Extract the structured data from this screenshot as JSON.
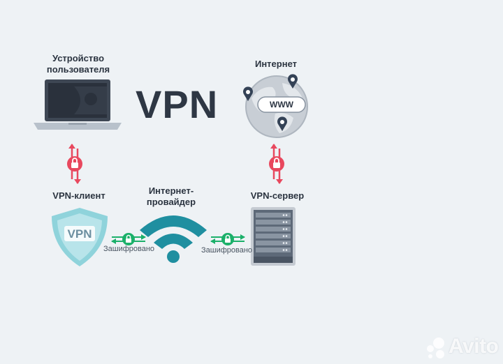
{
  "title": "VPN",
  "nodes": {
    "user_device": "Устройство\nпользователя",
    "internet": "Интернет",
    "vpn_client": "VPN-клиент",
    "isp": "Интернет-\nпровайдер",
    "vpn_server": "VPN-сервер"
  },
  "shield_text": "VPN",
  "globe_text": "WWW",
  "encrypted_left": "Зашифровано",
  "encrypted_right": "Зашифровано",
  "watermark": "Avito",
  "colors": {
    "accent_red": "#e8485e",
    "accent_green": "#1bb06a",
    "teal": "#1f8fa0",
    "dark": "#2e3744"
  }
}
